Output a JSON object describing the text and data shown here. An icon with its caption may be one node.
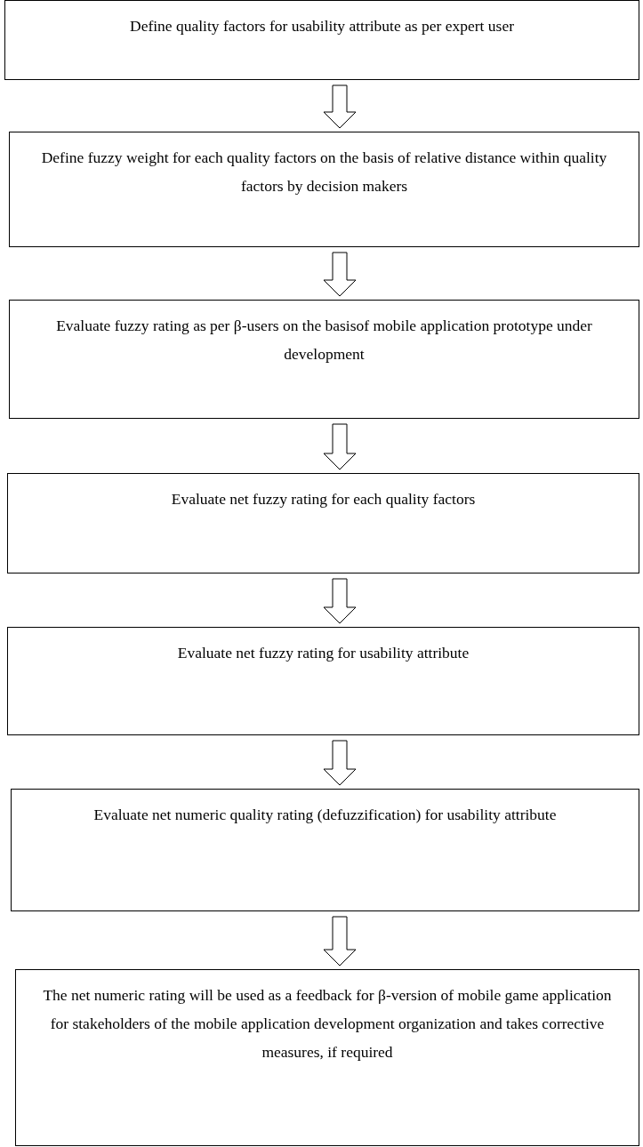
{
  "diagram": {
    "nodes": [
      {
        "text": [
          "Define quality factors for usability attribute as per expert user"
        ]
      },
      {
        "text": [
          "Define fuzzy weight for each quality factors on the basis of relative distance within quality factors by decision makers"
        ]
      },
      {
        "text": [
          "Evaluate fuzzy rating as per β-users on the basisof mobile application prototype under development"
        ]
      },
      {
        "text": [
          "Evaluate net fuzzy rating for each quality factors"
        ]
      },
      {
        "text": [
          "Evaluate net fuzzy rating for usability attribute"
        ]
      },
      {
        "text": [
          "Evaluate net numeric quality rating (defuzzification) for usability attribute"
        ]
      },
      {
        "text": [
          "The net numeric rating will be used as a feedback for β-version of mobile game application for stakeholders of the mobile application development organization and takes corrective measures, if required"
        ]
      }
    ],
    "edges": [
      {
        "from": 0,
        "to": 1,
        "arrow": "to"
      },
      {
        "from": 1,
        "to": 2,
        "arrow": "to"
      },
      {
        "from": 2,
        "to": 3,
        "arrow": "to"
      },
      {
        "from": 3,
        "to": 4,
        "arrow": "to"
      },
      {
        "from": 4,
        "to": 5,
        "arrow": "to"
      },
      {
        "from": 5,
        "to": 6,
        "arrow": "to"
      }
    ]
  }
}
